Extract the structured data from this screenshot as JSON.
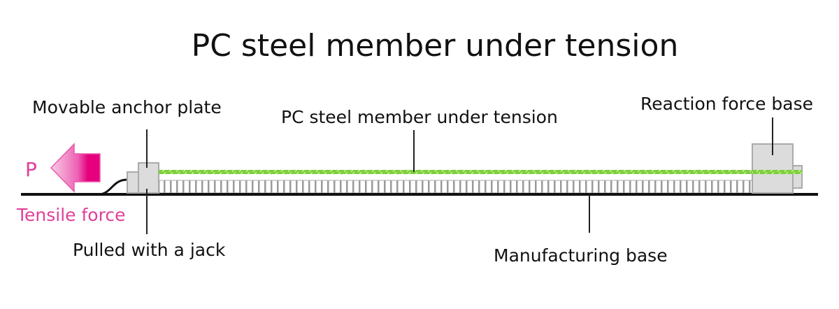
{
  "title": "PC steel member under tension",
  "labels": {
    "movable_anchor_plate": "Movable anchor plate",
    "pc_steel_member": "PC steel member under tension",
    "reaction_force_base": "Reaction force base",
    "force_symbol": "P",
    "tensile_force": "Tensile force",
    "pulled_with_jack": "Pulled with a jack",
    "manufacturing_base": "Manufacturing base"
  },
  "colors": {
    "strand": "#7ccf3a",
    "force": "#e6007e",
    "block": "#dcdcdc"
  }
}
